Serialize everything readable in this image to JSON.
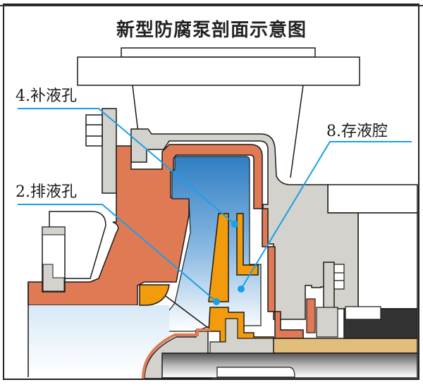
{
  "title": "新型防腐泵剖面示意图",
  "labels": [
    {
      "id": "4",
      "text": "4.补液孔",
      "meaning": "refill hole"
    },
    {
      "id": "2",
      "text": "2.排液孔",
      "meaning": "drain hole"
    },
    {
      "id": "8",
      "text": "8.存液腔",
      "meaning": "liquid storage chamber"
    }
  ],
  "colors": {
    "casing_orange_red": "#e07a55",
    "impeller_orange": "#f29b0c",
    "metal_gray": "#d4d2cc",
    "chamber_blue_top": "#2f7ec4",
    "chamber_blue_bottom": "#ffffff",
    "leader_line": "#1aa0e6",
    "shaft_tan": "#e2be7c",
    "dark_block": "#333333",
    "outline": "#1a1a1a"
  }
}
